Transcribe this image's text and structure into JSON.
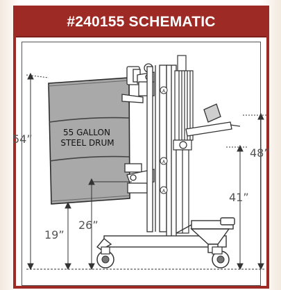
{
  "header": {
    "title": "#240155 SCHEMATIC"
  },
  "drum": {
    "line1": "55 GALLON",
    "line2": "STEEL DRUM"
  },
  "dimensions": {
    "overall_height": "54”",
    "lift_height": "48”",
    "fork_height": "41”",
    "drum_bottom_height": "19”",
    "arm_height": "26”"
  },
  "colors": {
    "header_bg": "#9d2a25",
    "drum_fill": "#a9a9a9",
    "line": "#3a3a3a"
  }
}
